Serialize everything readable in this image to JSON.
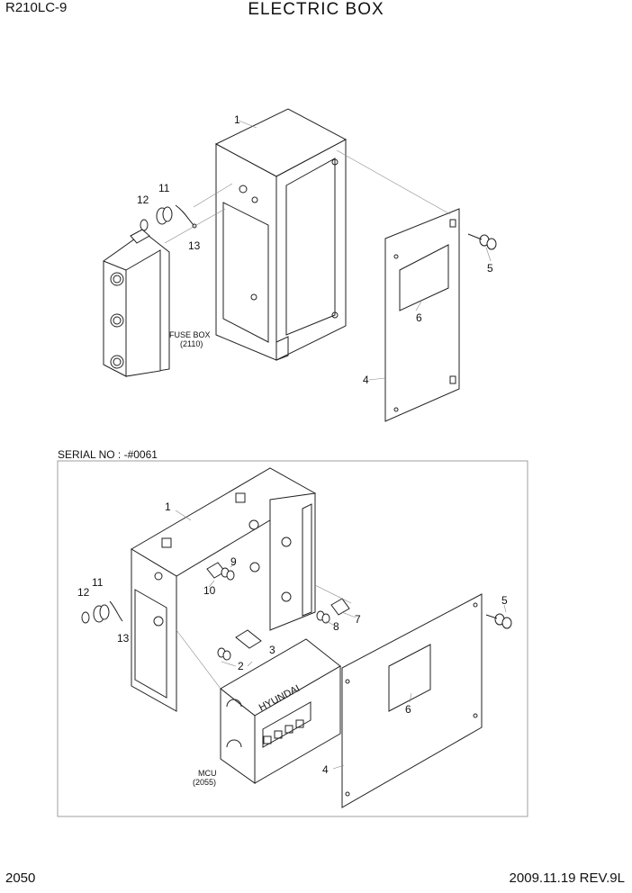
{
  "header": {
    "model": "R210LC-9",
    "title": "ELECTRIC BOX"
  },
  "upper_view": {
    "callouts": [
      "1",
      "4",
      "5",
      "6",
      "11",
      "12",
      "13"
    ],
    "fuse_box_label": "FUSE BOX",
    "fuse_box_ref": "(2110)"
  },
  "lower_view": {
    "serial_label": "SERIAL NO : -#0061",
    "callouts": [
      "1",
      "2",
      "3",
      "4",
      "5",
      "6",
      "7",
      "8",
      "9",
      "10",
      "11",
      "12",
      "13"
    ],
    "mcu_label": "MCU",
    "mcu_ref": "(2055)",
    "brand_text": "HYUNDAI"
  },
  "footer": {
    "page_number": "2050",
    "revision": "2009.11.19  REV.9L"
  }
}
